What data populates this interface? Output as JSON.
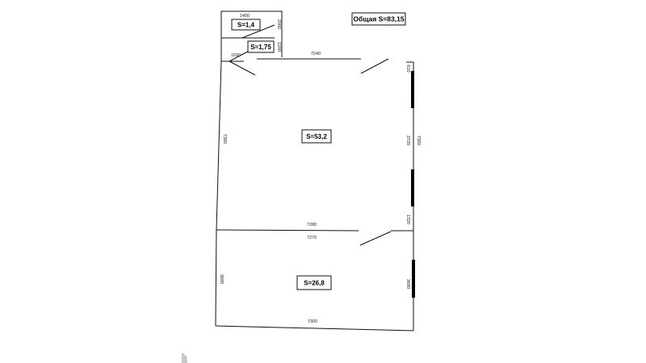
{
  "total_area_label": "Общая S=83,15",
  "rooms": [
    {
      "id": "small-top",
      "area_label": "S=1,4"
    },
    {
      "id": "small-mid",
      "area_label": "S=1,75"
    },
    {
      "id": "main",
      "area_label": "S=53,2"
    },
    {
      "id": "bottom",
      "area_label": "S=26,8"
    }
  ],
  "dimensions": {
    "small_top_width": "1400",
    "small_top_height": "2000",
    "small_mid_width": "1690",
    "small_mid_height": "1200",
    "main_top_width": "7240",
    "main_left_height": "7300",
    "main_right_height": "7300",
    "right_window_gap": "610",
    "right_mid_segment": "3720",
    "right_lower_segment": "1320",
    "partition_top": "7280",
    "partition_bottom": "7270",
    "bottom_left_height": "3680",
    "bottom_right_height": "3680",
    "bottom_width": "7300"
  },
  "colors": {
    "wall": "#111111",
    "window": "#000000",
    "background": "#ffffff"
  }
}
